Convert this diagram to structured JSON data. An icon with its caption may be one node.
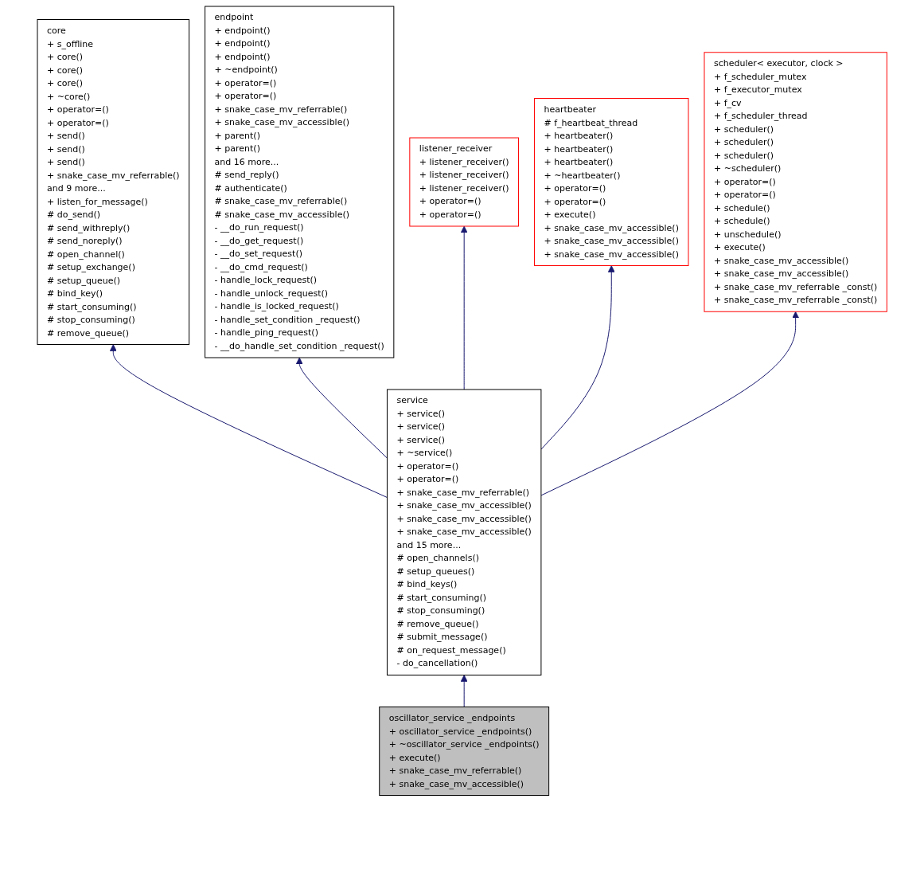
{
  "diagram": {
    "nodes": [
      {
        "text": [
          "core",
          "+ s_offline",
          "+ core()",
          "+ core()",
          "+ core()",
          "+ ~core()",
          "+ operator=()",
          "+ operator=()",
          "+ send()",
          "+ send()",
          "+ send()",
          "+ snake_case_mv_referrable()",
          "and 9 more...",
          "+ listen_for_message()",
          "# do_send()",
          "# send_withreply()",
          "# send_noreply()",
          "# open_channel()",
          "# setup_exchange()",
          "# setup_queue()",
          "# bind_key()",
          "# start_consuming()",
          "# stop_consuming()",
          "# remove_queue()"
        ]
      },
      {
        "text": [
          "endpoint",
          "+ endpoint()",
          "+ endpoint()",
          "+ endpoint()",
          "+ ~endpoint()",
          "+ operator=()",
          "+ operator=()",
          "+ snake_case_mv_referrable()",
          "+ snake_case_mv_accessible()",
          "+ parent()",
          "+ parent()",
          "and 16 more...",
          "# send_reply()",
          "# authenticate()",
          "# snake_case_mv_referrable()",
          "# snake_case_mv_accessible()",
          "- __do_run_request()",
          "- __do_get_request()",
          "- __do_set_request()",
          "- __do_cmd_request()",
          "- handle_lock_request()",
          "- handle_unlock_request()",
          "- handle_is_locked_request()",
          "- handle_set_condition _request()",
          "- handle_ping_request()",
          "- __do_handle_set_condition _request()"
        ]
      },
      {
        "text": [
          "listener_receiver",
          "+ listener_receiver()",
          "+ listener_receiver()",
          "+ listener_receiver()",
          "+ operator=()",
          "+ operator=()"
        ]
      },
      {
        "text": [
          "heartbeater",
          "# f_heartbeat_thread",
          "+ heartbeater()",
          "+ heartbeater()",
          "+ heartbeater()",
          "+ ~heartbeater()",
          "+ operator=()",
          "+ operator=()",
          "+ execute()",
          "+ snake_case_mv_accessible()",
          "+ snake_case_mv_accessible()",
          "+ snake_case_mv_accessible()"
        ]
      },
      {
        "text": [
          "scheduler< executor, clock >",
          "+ f_scheduler_mutex",
          "+ f_executor_mutex",
          "+ f_cv",
          "+ f_scheduler_thread",
          "+ scheduler()",
          "+ scheduler()",
          "+ scheduler()",
          "+ ~scheduler()",
          "+ operator=()",
          "+ operator=()",
          "+ schedule()",
          "+ schedule()",
          "+ unschedule()",
          "+ execute()",
          "+ snake_case_mv_accessible()",
          "+ snake_case_mv_accessible()",
          "+ snake_case_mv_referrable _const()",
          "+ snake_case_mv_referrable _const()"
        ]
      },
      {
        "text": [
          "service",
          "+ service()",
          "+ service()",
          "+ service()",
          "+ ~service()",
          "+ operator=()",
          "+ operator=()",
          "+ snake_case_mv_referrable()",
          "+ snake_case_mv_accessible()",
          "+ snake_case_mv_accessible()",
          "+ snake_case_mv_accessible()",
          "and 15 more...",
          "# open_channels()",
          "# setup_queues()",
          "# bind_keys()",
          "# start_consuming()",
          "# stop_consuming()",
          "# remove_queue()",
          "# submit_message()",
          "# on_request_message()",
          "- do_cancellation()"
        ]
      },
      {
        "text": [
          "oscillator_service _endpoints",
          "+ oscillator_service _endpoints()",
          "+ ~oscillator_service _endpoints()",
          "+ execute()",
          "+ snake_case_mv_referrable()",
          "+ snake_case_mv_accessible()"
        ]
      }
    ],
    "edges": [
      {
        "from": 5,
        "to": 0,
        "arrow": "to"
      },
      {
        "from": 5,
        "to": 1,
        "arrow": "to"
      },
      {
        "from": 5,
        "to": 2,
        "arrow": "to"
      },
      {
        "from": 5,
        "to": 3,
        "arrow": "to"
      },
      {
        "from": 5,
        "to": 4,
        "arrow": "to"
      },
      {
        "from": 6,
        "to": 5,
        "arrow": "to"
      }
    ]
  }
}
